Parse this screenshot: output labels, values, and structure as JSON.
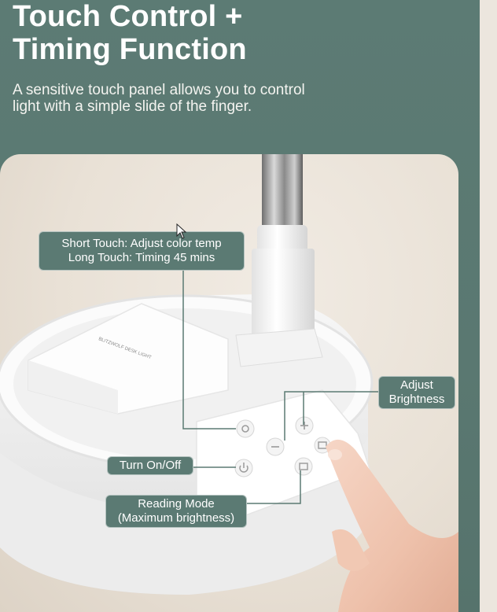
{
  "headline": {
    "line1": "Touch Control +",
    "line2": "Timing Function"
  },
  "description": {
    "line1": "A sensitive touch panel allows you to control",
    "line2": "light with a simple slide of the finger."
  },
  "callouts": {
    "short_touch": {
      "line1": "Short Touch: Adjust color temp",
      "line2": "Long Touch: Timing 45 mins"
    },
    "brightness": {
      "line1": "Adjust",
      "line2": "Brightness"
    },
    "power": {
      "label": "Turn On/Off"
    },
    "reading": {
      "line1": "Reading Mode",
      "line2": "(Maximum brightness)"
    }
  },
  "icons": [
    "color-temp-icon",
    "minus-icon",
    "plus-icon",
    "power-icon",
    "reading-mode-icon",
    "mouse-cursor-icon"
  ],
  "colors": {
    "panel_green": "#5b7a73",
    "background_beige": "#e9e2d9",
    "text_white": "#ffffff"
  }
}
